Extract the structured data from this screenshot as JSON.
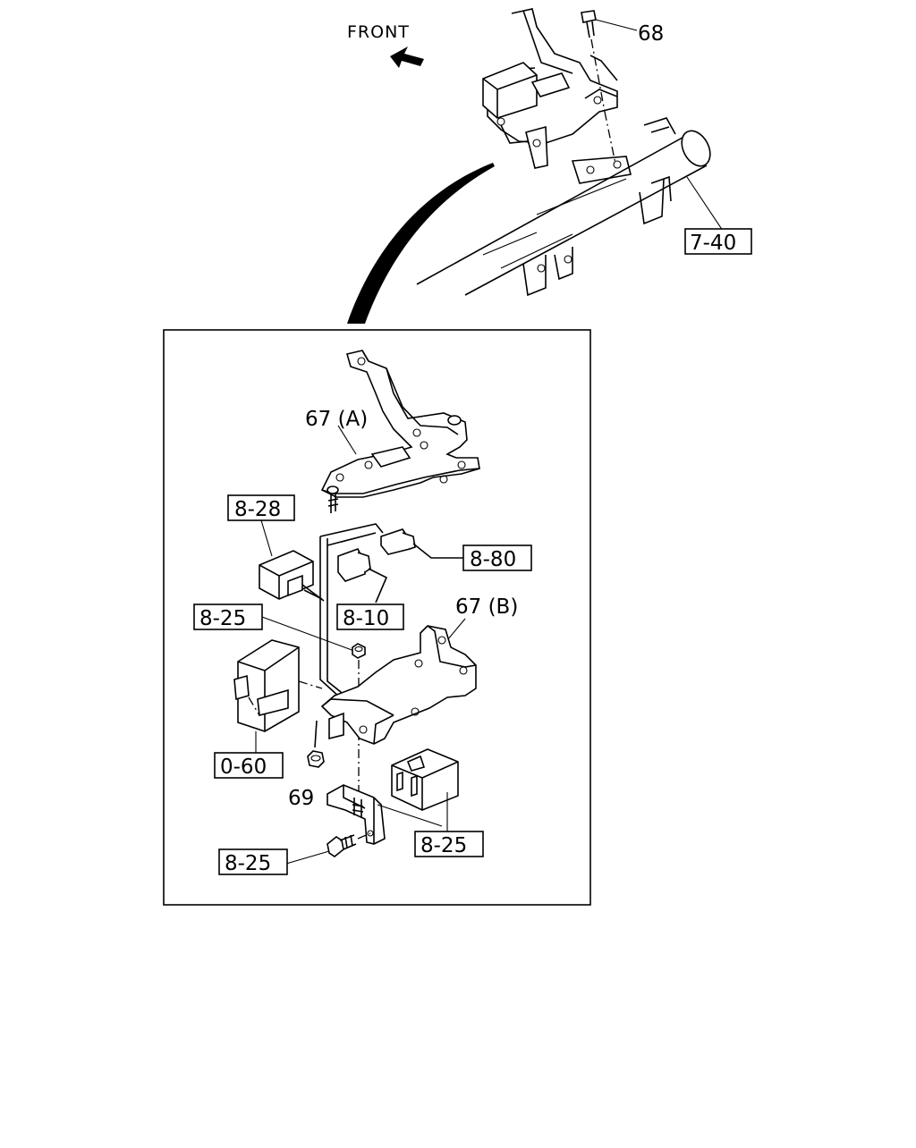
{
  "front_label": "FRONT",
  "callouts": {
    "bolt_top": "68",
    "beam_ref": "7-40",
    "bracket_a": "67 (A)",
    "relay_left_ref": "8-28",
    "connector_right_ref": "8-80",
    "connector_mid_ref": "8-10",
    "nut_top_ref": "8-25",
    "bracket_b": "67 (B)",
    "control_unit_ref": "0-60",
    "nut": "69",
    "relay_bottom_ref": "8-25",
    "bolt_bottom_ref": "8-25"
  }
}
